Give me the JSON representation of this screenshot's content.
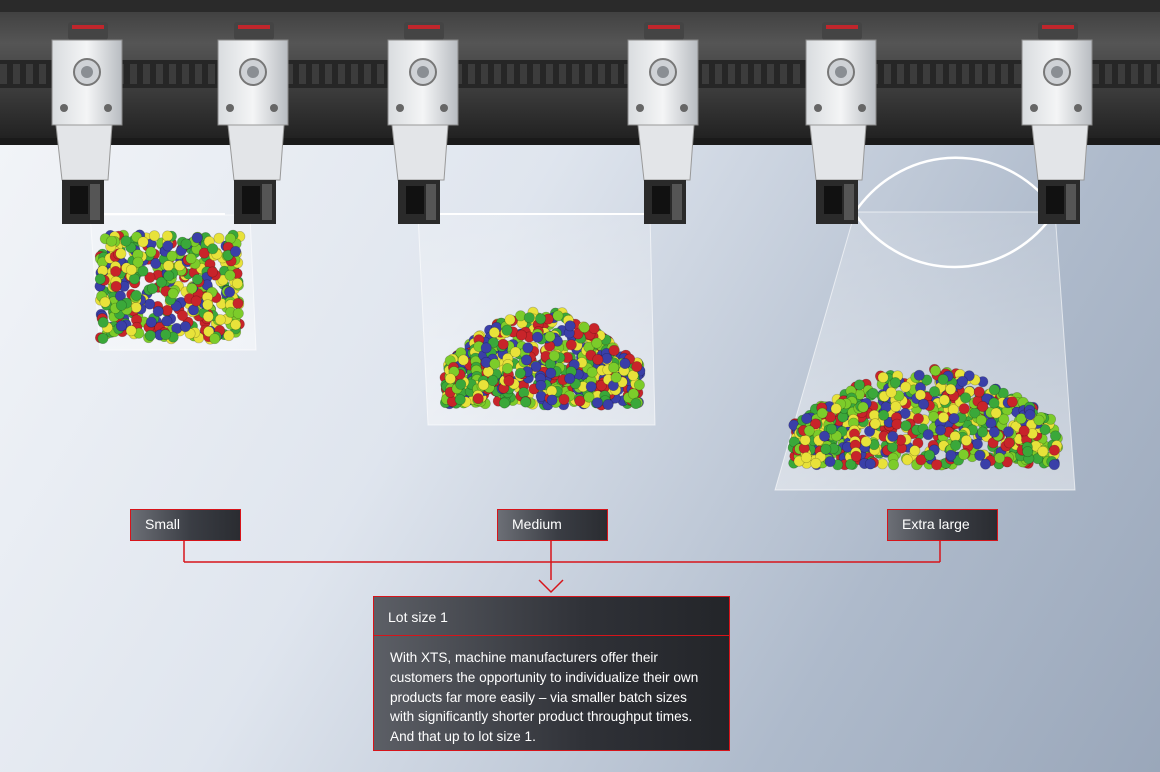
{
  "labels": {
    "small": "Small",
    "medium": "Medium",
    "extra_large": "Extra large"
  },
  "info_box": {
    "title": "Lot size 1",
    "text": "With XTS, machine manufacturers offer their customers the opportunity to individualize their own products far more easily – via smaller batch sizes with significantly shorter product throughput times. And that up to lot size 1."
  },
  "colors": {
    "accent": "#d7141a",
    "ball_colors": [
      "#e8e23a",
      "#3aa83a",
      "#3a3fa8",
      "#c8242a",
      "#7ccc2a"
    ]
  }
}
